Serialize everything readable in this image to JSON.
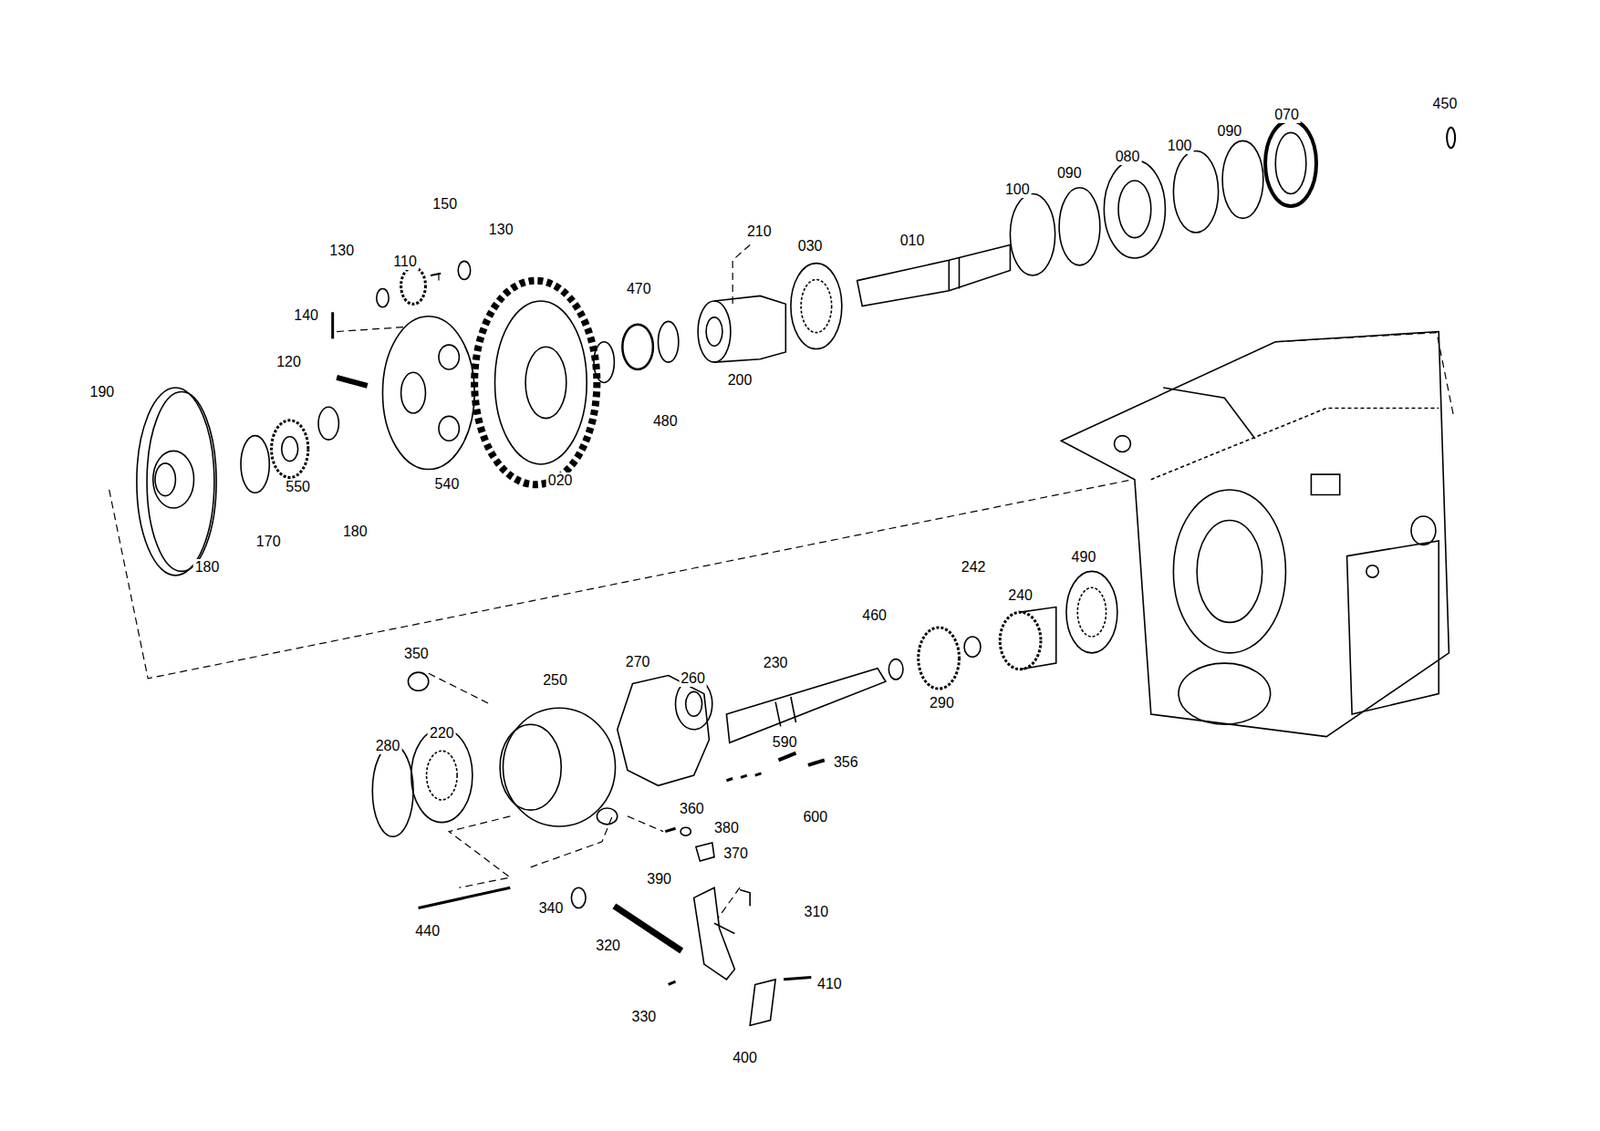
{
  "diagram": {
    "labels": [
      "450",
      "130",
      "110",
      "150",
      "130",
      "140",
      "120",
      "190",
      "180",
      "170",
      "550",
      "180",
      "540",
      "020",
      "470",
      "480",
      "200",
      "210",
      "030",
      "010",
      "100",
      "090",
      "080",
      "100",
      "090",
      "070",
      "350",
      "250",
      "270",
      "260",
      "230",
      "460",
      "290",
      "242",
      "240",
      "490",
      "280",
      "220",
      "590",
      "356",
      "360",
      "380",
      "600",
      "390",
      "370",
      "340",
      "310",
      "440",
      "320",
      "330",
      "410",
      "400"
    ]
  }
}
